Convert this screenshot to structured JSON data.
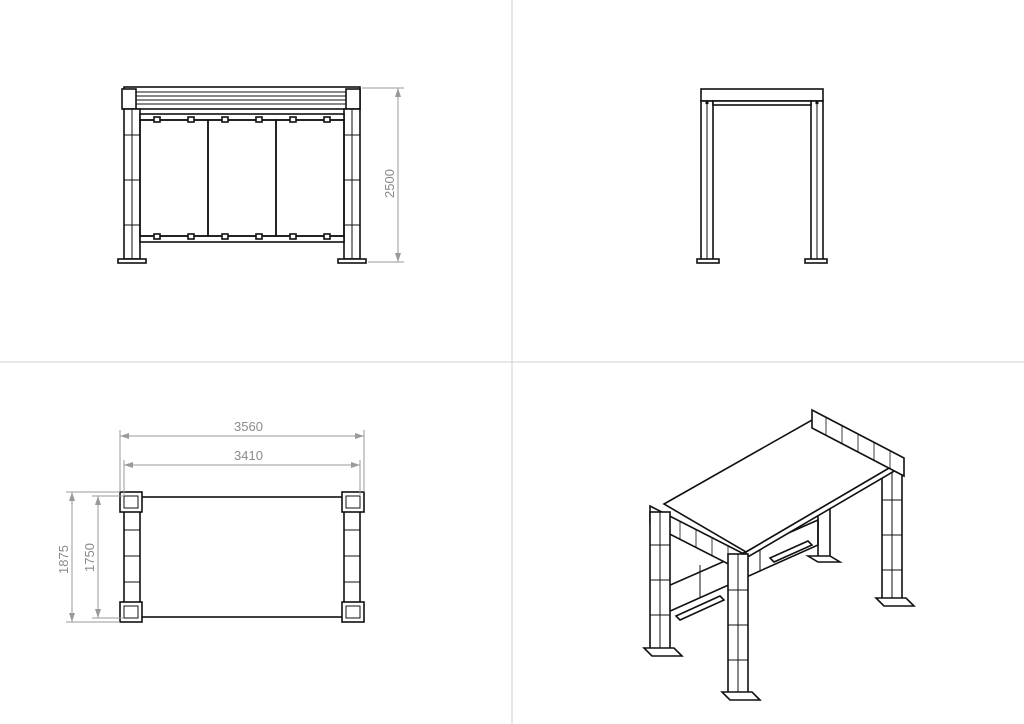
{
  "dimensions": {
    "front_height": "2500",
    "plan_outer_length": "3560",
    "plan_inner_length": "3410",
    "plan_outer_width": "1875",
    "plan_inner_width": "1750"
  },
  "colors": {
    "line": "#111111",
    "dimension": "#9a9a9a",
    "separator": "#cfcfcf",
    "background": "#ffffff"
  }
}
